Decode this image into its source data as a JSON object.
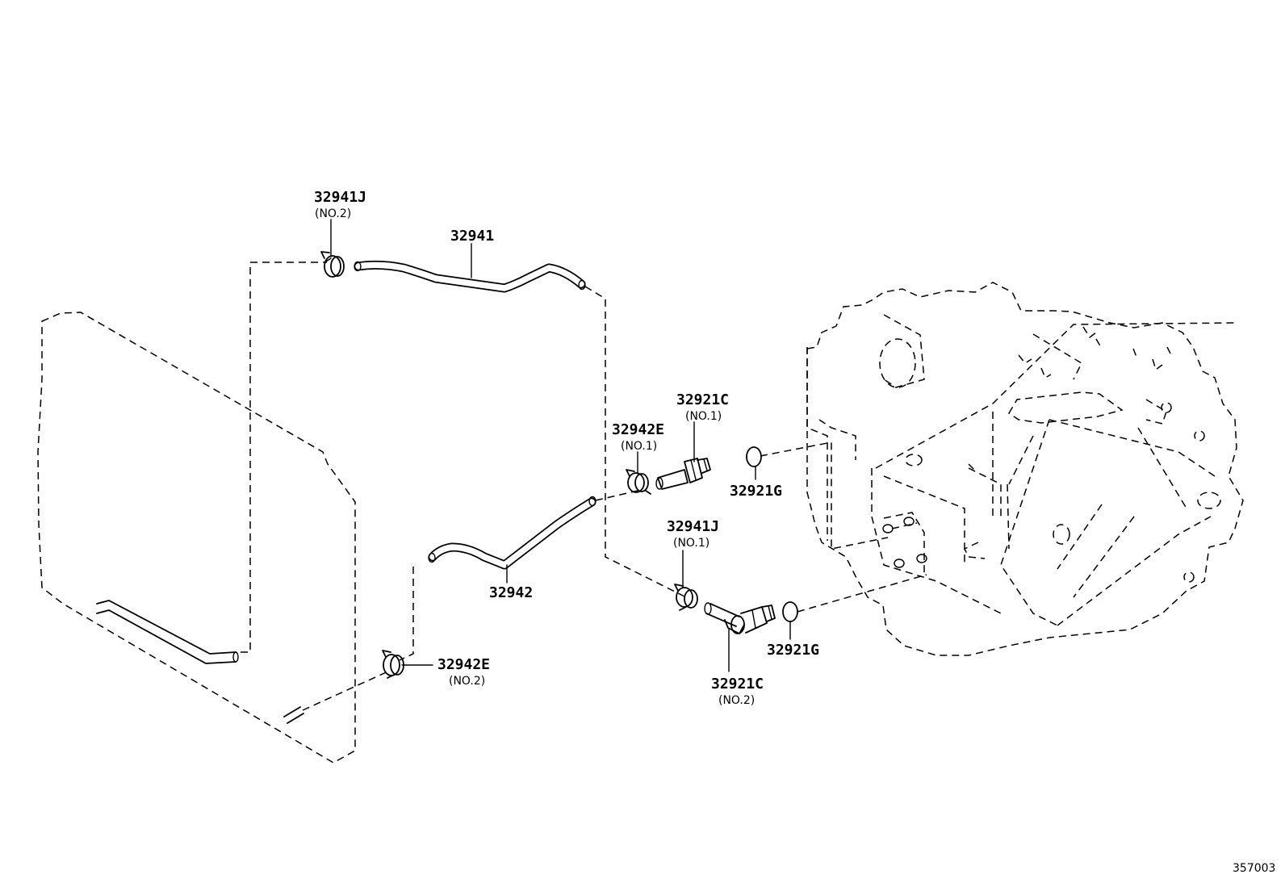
{
  "callouts": {
    "clamp_j_no2": {
      "part": "32941J",
      "qualifier": "(NO.2)"
    },
    "hose_32941": {
      "part": "32941"
    },
    "clamp_e_no1": {
      "part": "32942E",
      "qualifier": "(NO.1)"
    },
    "union_no1": {
      "part": "32921C",
      "qualifier": "(NO.1)"
    },
    "gasket_upper": {
      "part": "32921G"
    },
    "clamp_j_no1": {
      "part": "32941J",
      "qualifier": "(NO.1)"
    },
    "hose_32942": {
      "part": "32942"
    },
    "clamp_e_no2": {
      "part": "32942E",
      "qualifier": "(NO.2)"
    },
    "union_no2": {
      "part": "32921C",
      "qualifier": "(NO.2)"
    },
    "gasket_lower": {
      "part": "32921G"
    }
  },
  "figure_number": "357003"
}
